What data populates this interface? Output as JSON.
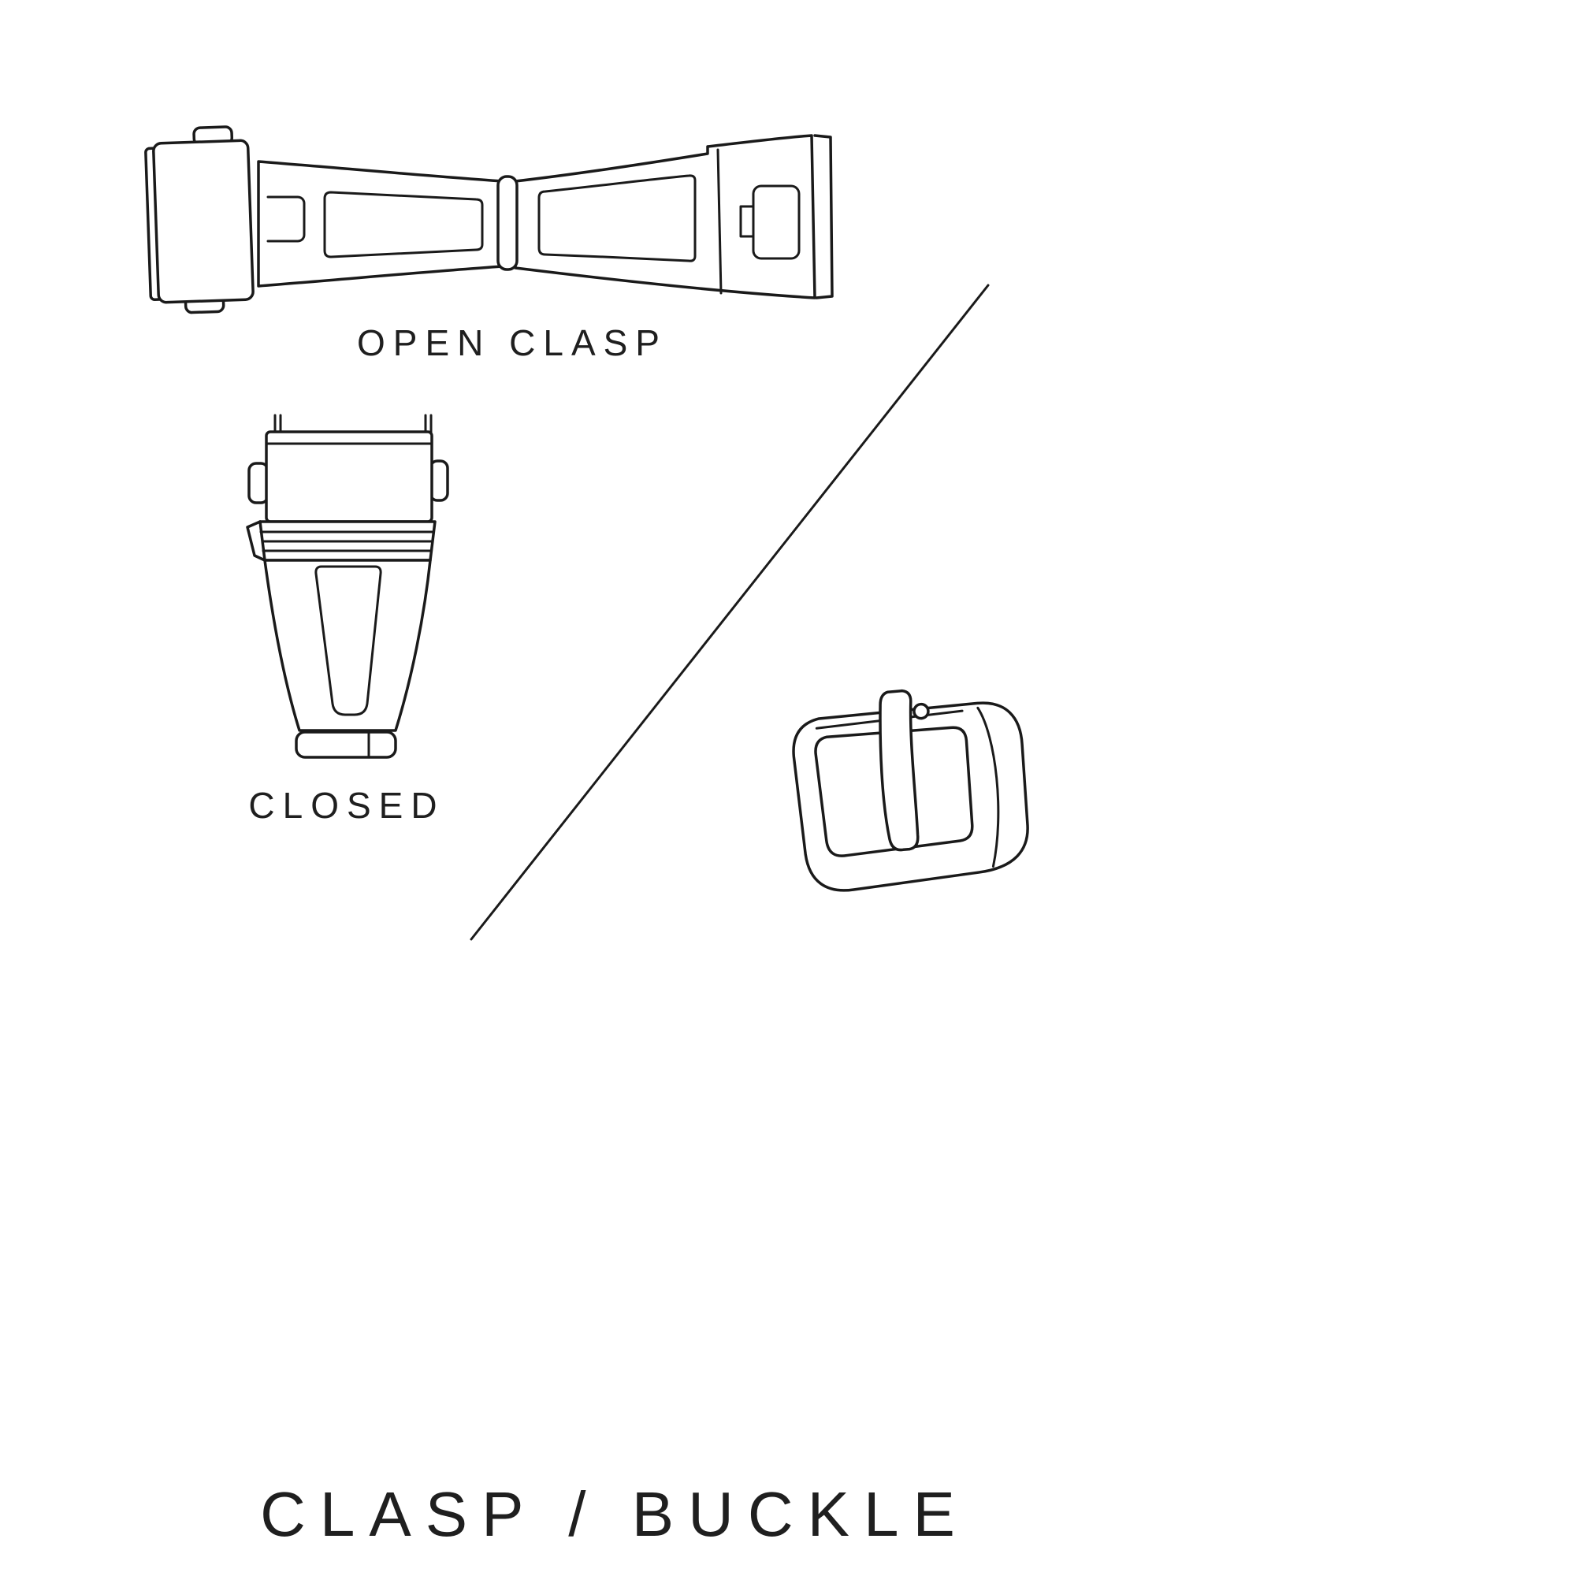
{
  "page": {
    "background_color": "#ffffff",
    "line_color": "#1a1a1a",
    "text_color": "#1f1f1f"
  },
  "figure": {
    "open_clasp_label": "OPEN CLASP",
    "closed_label": "CLOSED",
    "title": "CLASP / BUCKLE"
  },
  "illustrations": {
    "open_clasp": "watch bracelet deployant clasp shown open (top view)",
    "closed_clasp": "watch bracelet clasp shown closed (top view)",
    "buckle": "watch strap tang buckle with prong"
  }
}
